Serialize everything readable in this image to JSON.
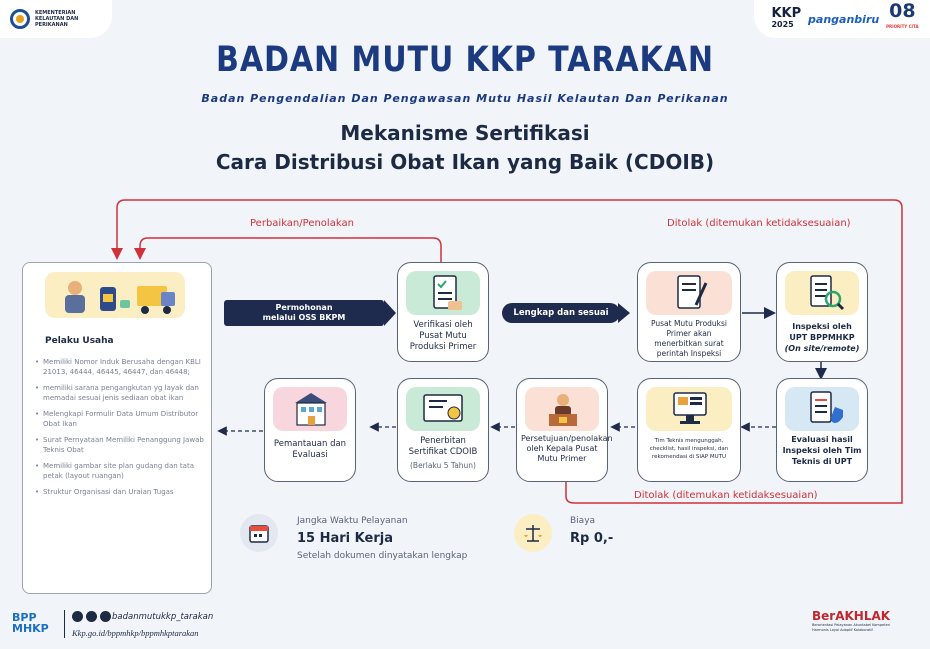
{
  "header": {
    "ministry_name": "KEMENTERIAN KELAUTAN DAN PERIKANAN",
    "kkp2025_top": "KKP",
    "kkp2025_bottom": "2025",
    "panganbiru": "panganbiru",
    "astacita_num": "08",
    "astacita_sub": "PRIORITY CITA"
  },
  "title": {
    "main": "BADAN MUTU KKP TARAKAN",
    "sub": "Badan Pengendalian Dan Pengawasan Mutu Hasil Kelautan Dan Perikanan",
    "doc_line1": "Mekanisme Sertifikasi",
    "doc_line2": "Cara Distribusi Obat Ikan yang Baik (CDOIB)"
  },
  "loops": {
    "perbaikan": "Perbaikan/Penolakan",
    "ditolak_top": "Ditolak (ditemukan ketidaksesuaian)",
    "ditolak_bottom": "Ditolak (ditemukan ketidaksesuaian)"
  },
  "pelaku": {
    "title": "Pelaku Usaha",
    "items": [
      "Memiliki Nomor Induk Berusaha dengan KBLI 21013, 46444, 46445, 46447, dan 46448;",
      "memiliki sarana pengangkutan yg layak dan memadai sesuai jenis sediaan obat ikan",
      "Melengkapi Formulir Data Umum Distributor Obat Ikan",
      "Surat Pernyataan Memiliki Penanggung Jawab Teknis Obat",
      "Memiliki gambar site plan gudang dan tata petak (layout ruangan)",
      "Struktur Organisasi dan Uraian Tugas"
    ]
  },
  "arrows": {
    "permohonan_line1": "Permohonan",
    "permohonan_line2": "melalui OSS BKPM",
    "lengkap": "Lengkap dan sesuai"
  },
  "steps": {
    "verifikasi": "Verifikasi oleh Pusat Mutu Produksi Primer",
    "pusat_mutu": "Pusat  Mutu Produksi Primer akan menerbitkan surat perintah Inspeksi",
    "inspeksi_line1": "Inspeksi oleh",
    "inspeksi_line2": "UPT BPPMHKP",
    "inspeksi_line3": "(On site/remote)",
    "evaluasi": "Evaluasi hasil Inspeksi oleh Tim Teknis di UPT",
    "tim_teknis": "Tim Teknis mengunggah, checklist, hasil inspeksi, dan rekomendasi di SIAP MUTU",
    "persetujuan": "Persetujuan/penolakan oleh Kepala Pusat Mutu Primer",
    "penerbitan": "Penerbitan Sertifikat CDOIB",
    "berlaku": "(Berlaku 5 Tahun)",
    "pemantauan": "Pemantauan dan Evaluasi"
  },
  "service": {
    "label": "Jangka Waktu Pelayanan",
    "value": "15 Hari Kerja",
    "note": "Setelah dokumen dinyatakan lengkap"
  },
  "cost": {
    "label": "Biaya",
    "value": "Rp 0,-"
  },
  "footer": {
    "bpp_logo": "BPP",
    "mhkp_logo": "MHKP",
    "handle": "badanmutukkp_tarakan",
    "url": "Kkp.go.id/bppmhkp/bppmhkptarakan",
    "berakhlak": "BerAKHLAK",
    "berakhlak_sub1": "Berorientasi Pelayanan Akuntabel Kompeten",
    "berakhlak_sub2": "Harmonis Loyal Adaptif Kolaboratif"
  },
  "colors": {
    "navy": "#1e2a4e",
    "red": "#d0323c",
    "title_blue": "#1b3a80"
  }
}
